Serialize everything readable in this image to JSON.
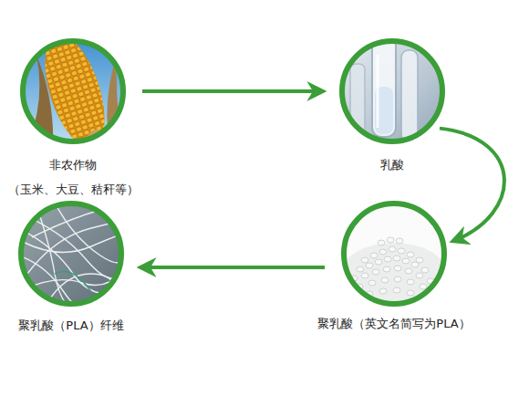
{
  "diagram": {
    "nodes": [
      {
        "text": [
          "非农作物",
          "（玉米、大豆、秸秆等）"
        ]
      },
      {
        "text": [
          "乳酸"
        ]
      },
      {
        "text": [
          "聚乳酸（英文名简写为PLA）"
        ]
      },
      {
        "text": [
          "聚乳酸（PLA）纤维"
        ]
      }
    ],
    "edges": [
      {
        "from": 0,
        "to": 1,
        "arrow": "to"
      },
      {
        "from": 1,
        "to": 2,
        "arrow": "to"
      },
      {
        "from": 2,
        "to": 3,
        "arrow": "to"
      }
    ]
  }
}
